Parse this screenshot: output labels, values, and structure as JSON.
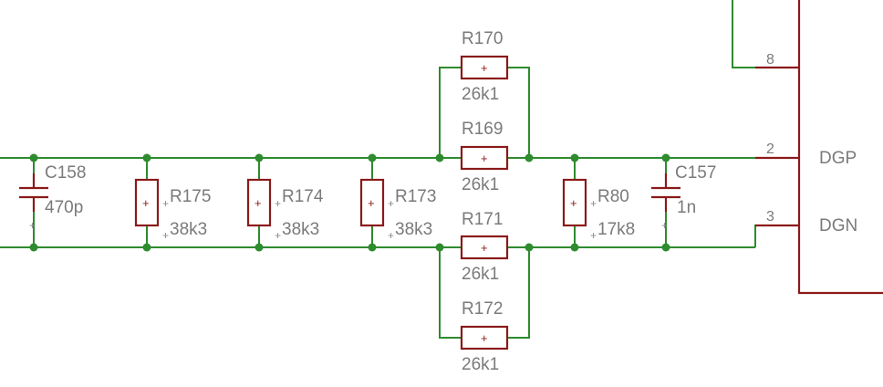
{
  "parts": {
    "c158": {
      "name": "C158",
      "value": "470p"
    },
    "r175": {
      "name": "R175",
      "value": "38k3"
    },
    "r174": {
      "name": "R174",
      "value": "38k3"
    },
    "r173": {
      "name": "R173",
      "value": "38k3"
    },
    "r170": {
      "name": "R170",
      "value": "26k1"
    },
    "r169": {
      "name": "R169",
      "value": "26k1"
    },
    "r171": {
      "name": "R171",
      "value": "26k1"
    },
    "r172": {
      "name": "R172",
      "value": "26k1"
    },
    "r80": {
      "name": "R80",
      "value": "17k8"
    },
    "c157": {
      "name": "C157",
      "value": "1n"
    }
  },
  "ic": {
    "pins": [
      {
        "number": "8",
        "name": ""
      },
      {
        "number": "2",
        "name": "DGP"
      },
      {
        "number": "3",
        "name": "DGN"
      }
    ]
  },
  "glyphs": {
    "plus": "+"
  },
  "colors": {
    "wire": "#2e8b2e",
    "part": "#8b1a1a",
    "text": "#7a7a7a"
  }
}
